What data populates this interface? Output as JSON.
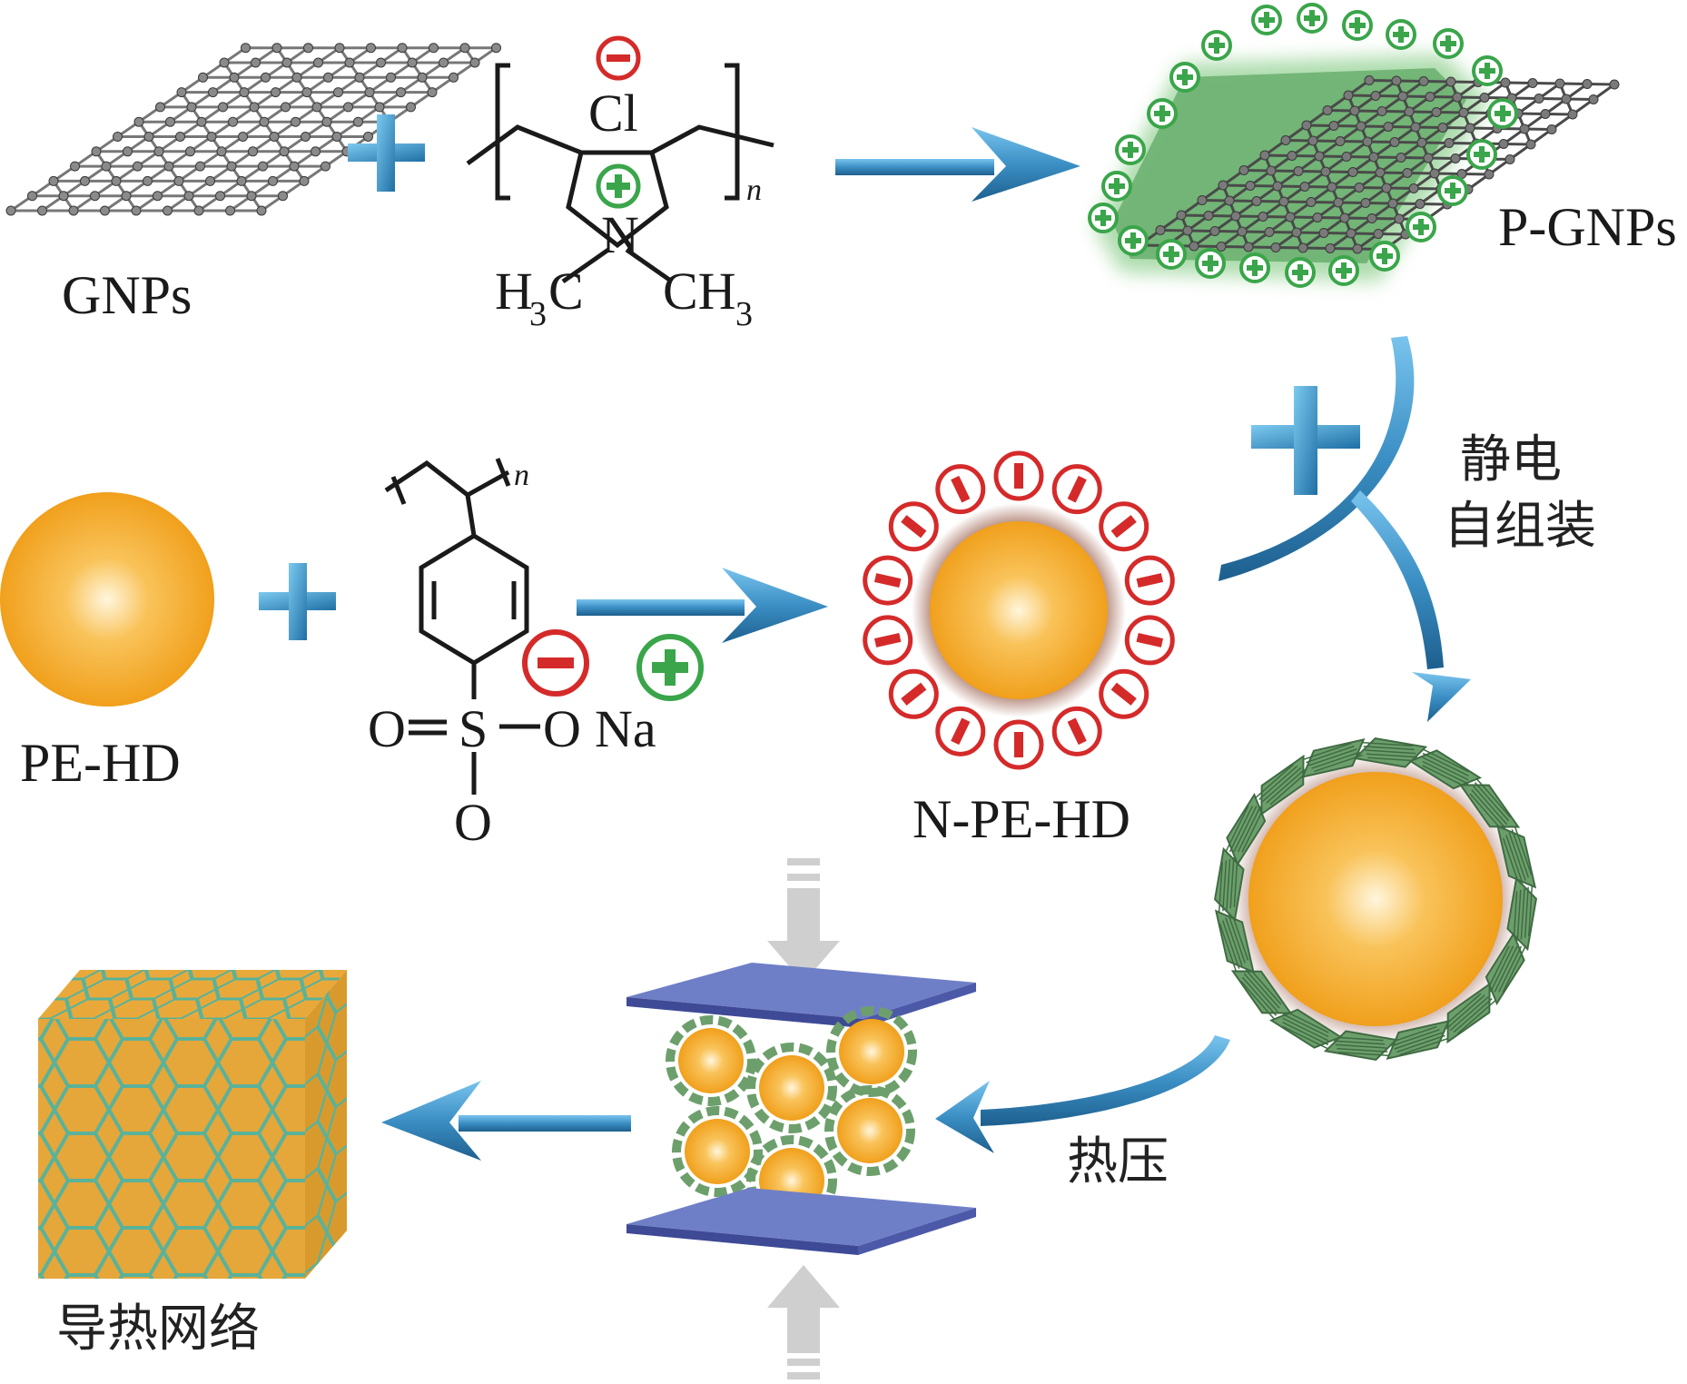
{
  "labels": {
    "gnps": "GNPs",
    "p_gnps": "P-GNPs",
    "pe_hd": "PE-HD",
    "n_pe_hd": "N-PE-HD",
    "electrostatic_line1": "静电",
    "electrostatic_line2": "自组装",
    "hot_press": "热压",
    "thermal_network": "导热网络"
  },
  "pdda": {
    "cl": "Cl",
    "n": "N",
    "h3c_h": "H",
    "h3c_3": "3",
    "h3c_c": "C",
    "ch3_ch": "CH",
    "ch3_3": "3",
    "repeat": "n"
  },
  "pss": {
    "s": "S",
    "o_left": "O",
    "o_right": "O",
    "o_bottom": "O",
    "na": "Na",
    "repeat": "n"
  },
  "colors": {
    "arrow_blue": "#3b8fc4",
    "plus_blue": "#2f86c0",
    "sphere_orange": "#f3a21e",
    "graphene_green": "#5f9a64",
    "positive_green": "#3aa54a",
    "negative_red": "#d52a2a",
    "press_plate": "#6f7fc7",
    "press_arrow": "#cfcfcf",
    "hex_line": "#59b29a"
  }
}
